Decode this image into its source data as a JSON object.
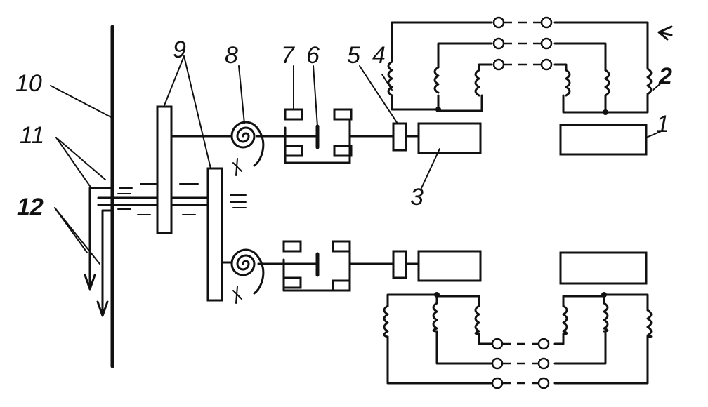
{
  "labels": {
    "n1": "1",
    "n2": "2",
    "n3": "3",
    "n4": "4",
    "n5": "5",
    "n6": "6",
    "n7": "7",
    "n8": "8",
    "n9": "9",
    "n10": "10",
    "n11": "11",
    "n12": "12"
  }
}
